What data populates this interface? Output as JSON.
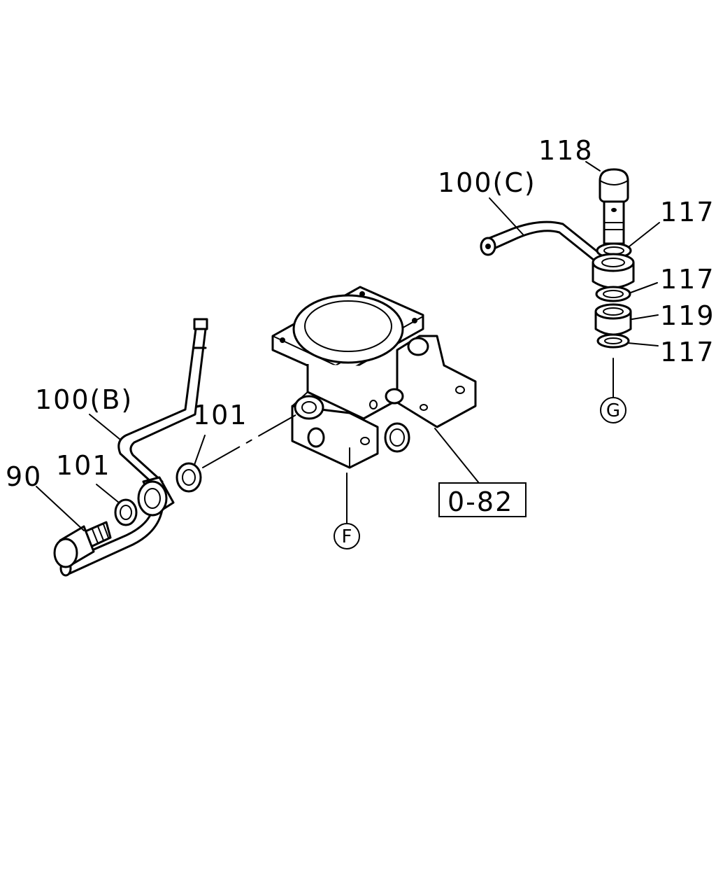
{
  "labels": {
    "part_118": "118",
    "part_100c": "100(C)",
    "part_117_a": "117",
    "part_117_b": "117",
    "part_119": "119",
    "part_117_c": "117",
    "part_100b": "100(B)",
    "part_101_a": "101",
    "part_101_b": "101",
    "part_90": "90",
    "ref_box": "0-82",
    "circle_f": "F",
    "circle_g": "G"
  }
}
